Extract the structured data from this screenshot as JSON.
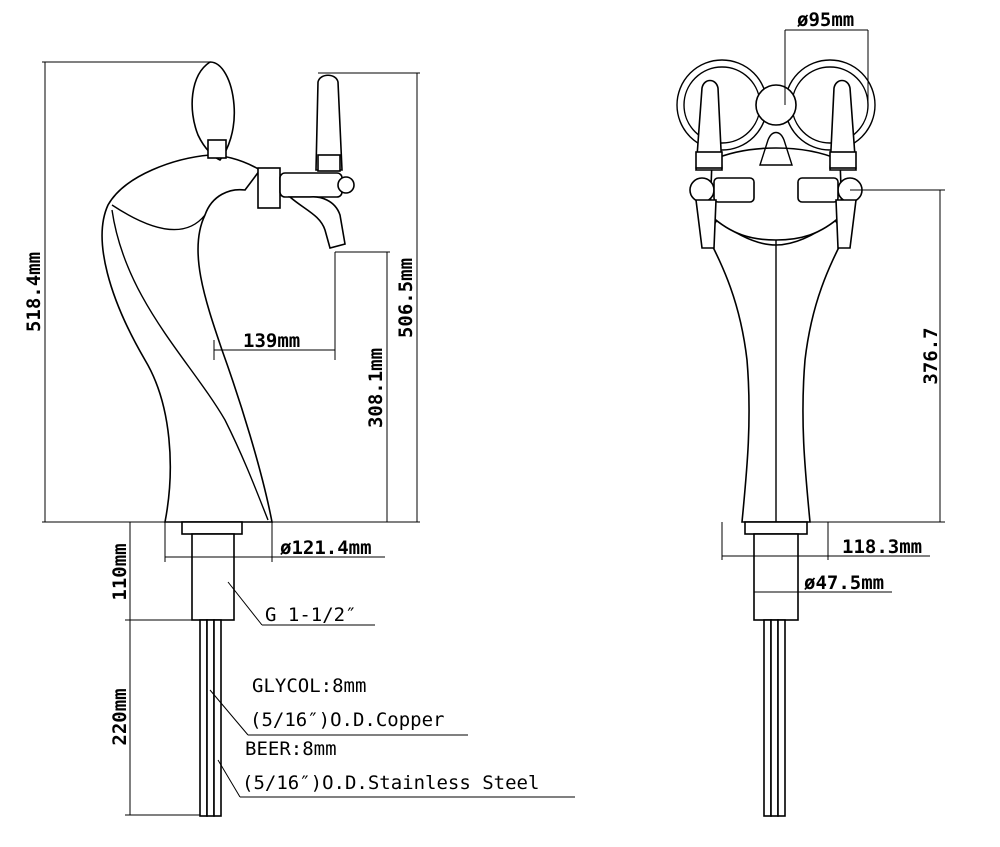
{
  "side_view": {
    "total_height": "518.4mm",
    "height_to_top": "506.5mm",
    "spout_height": "308.1mm",
    "spout_reach": "139mm",
    "base_diameter": "ø121.4mm",
    "shank_length": "110mm",
    "thread": "G 1-1/2″",
    "line_length": "220mm"
  },
  "tubes": {
    "glycol": "GLYCOL:8mm",
    "glycol_spec": "(5/16″)O.D.Copper",
    "beer": "BEER:8mm",
    "beer_spec": "(5/16″)O.D.Stainless Steel"
  },
  "front_view": {
    "medallion_diameter": "ø95mm",
    "tap_height": "376.7",
    "base_width": "118.3mm",
    "shank_diameter": "ø47.5mm"
  }
}
